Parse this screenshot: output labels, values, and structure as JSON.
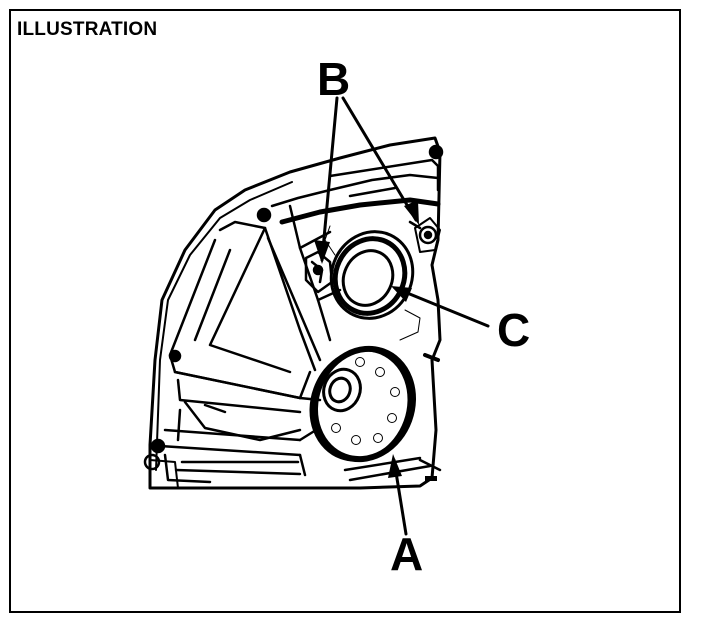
{
  "caption": "ILLUSTRATION",
  "callouts": {
    "a": "A",
    "b": "B",
    "c": "C"
  },
  "colors": {
    "ink": "#000000",
    "paper": "#ffffff"
  }
}
